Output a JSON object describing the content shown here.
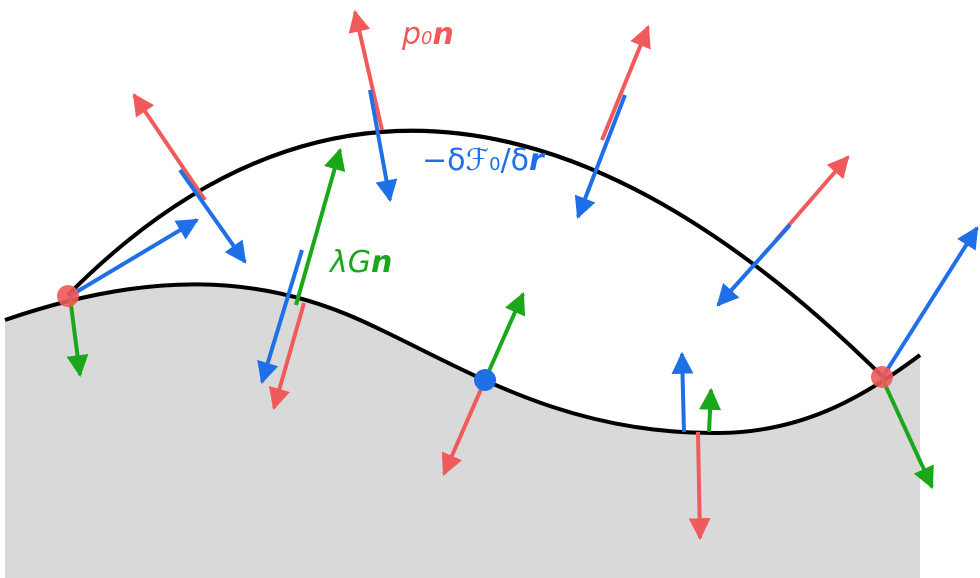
{
  "colors": {
    "pressure": "#f05a5a",
    "force": "#1f6fe8",
    "normal": "#1aa81a",
    "substrate": "#d9d9d9",
    "curve": "#000000"
  },
  "labels": {
    "pressure": {
      "symbol": "p",
      "subscript": "0",
      "vector": "n"
    },
    "force": {
      "prefix": "−δ",
      "functional": "ℱ",
      "subscript": "0",
      "slash": "/δ",
      "vector": "r"
    },
    "normal": {
      "symbol": "λG",
      "vector": "n"
    }
  },
  "markers": {
    "left_contact": "contact-point",
    "right_contact": "contact-point",
    "inflection": "substrate-point"
  }
}
